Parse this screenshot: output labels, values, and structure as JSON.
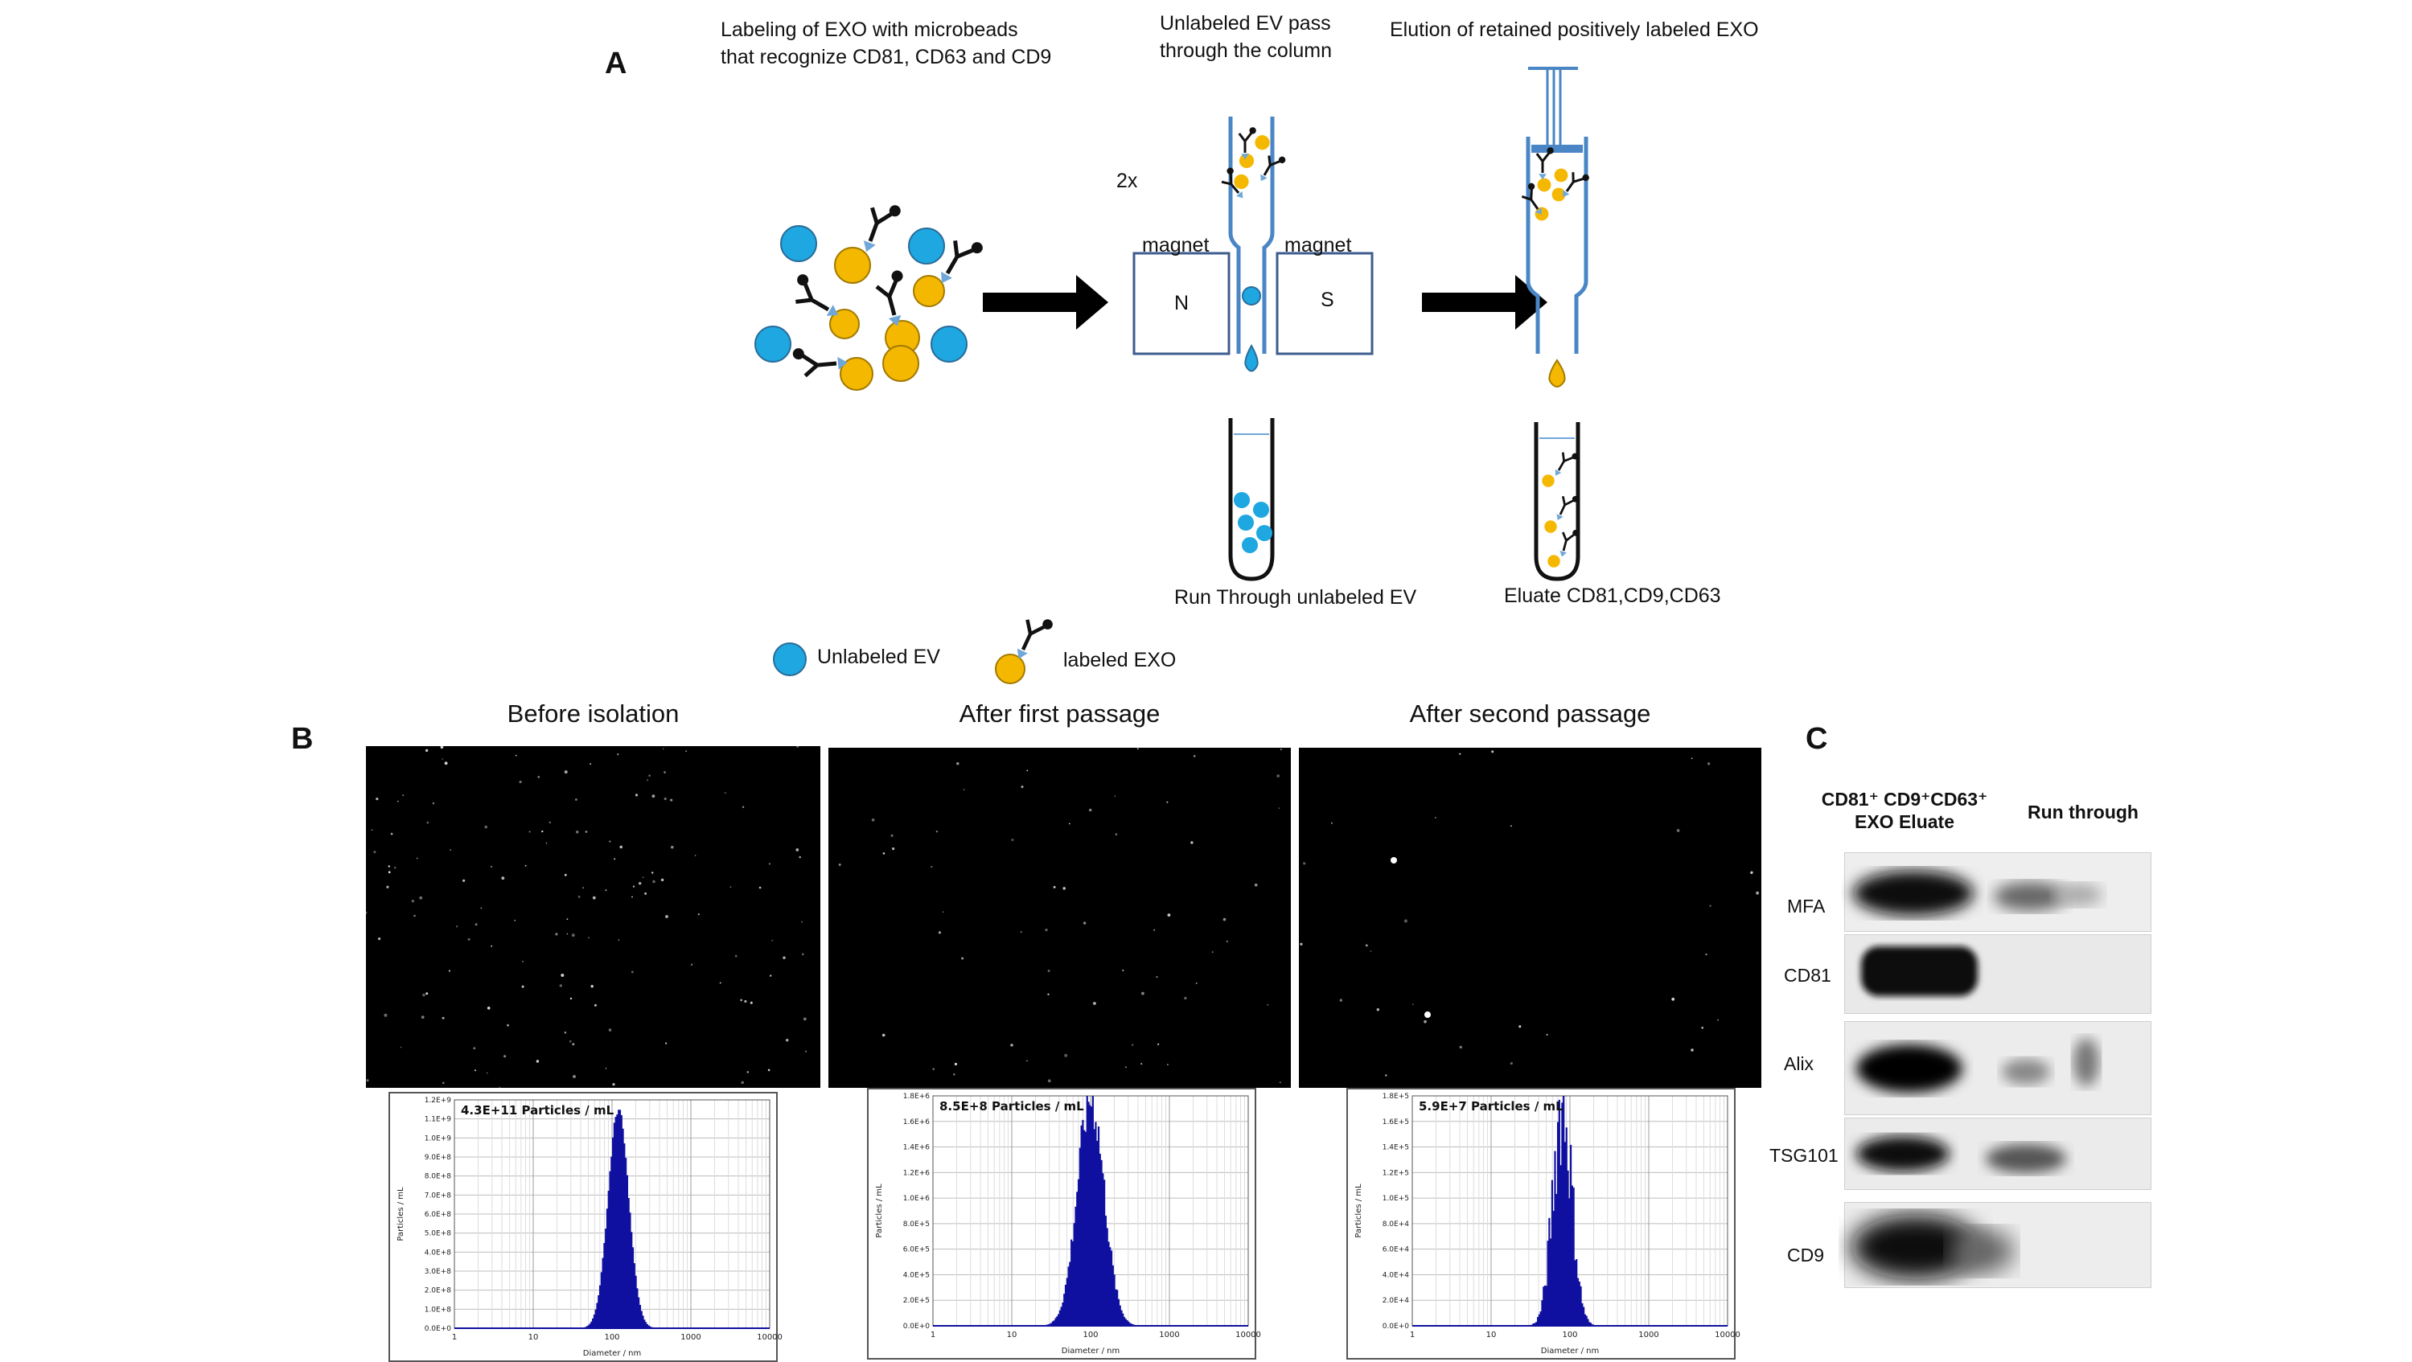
{
  "panel_a": {
    "letter": "A",
    "step1_text": [
      "Labeling of EXO with microbeads",
      "that recognize CD81, CD63 and CD9"
    ],
    "step2_text": [
      "Unlabeled EV pass",
      "through  the column"
    ],
    "step3_text": "Elution of retained positively labeled EXO",
    "repeat_label": "2x",
    "magnet_label": "magnet",
    "pole_n": "N",
    "pole_s": "S",
    "tube1_label": "Run Through unlabeled EV",
    "tube2_label": "Eluate CD81,CD9,CD63",
    "legend_unlabeled": "Unlabeled EV",
    "legend_labeled": "labeled EXO",
    "colors": {
      "ev_blue": "#1ea7e1",
      "exo_gold": "#f5b800",
      "column_blue": "#4a86c5",
      "arrow": "#000000"
    }
  },
  "panel_b": {
    "letter": "B",
    "titles": [
      "Before isolation",
      "After first passage",
      "After second passage"
    ],
    "chart_data": [
      {
        "type": "bar",
        "annotation": "4.3E+11 Particles / mL",
        "xlabel": "Diameter / nm",
        "ylabel": "Particles / mL",
        "x_scale": "log",
        "xlim": [
          1,
          10000
        ],
        "x_ticks": [
          "1",
          "10",
          "100",
          "1000",
          "10000"
        ],
        "ylim": [
          0,
          1200000000.0
        ],
        "y_ticks": [
          "0.0E+0",
          "1.0E+8",
          "2.0E+8",
          "3.0E+8",
          "4.0E+8",
          "5.0E+8",
          "6.0E+8",
          "7.0E+8",
          "8.0E+8",
          "9.0E+8",
          "1.0E+9",
          "1.1E+9",
          "1.2E+9"
        ],
        "peak_nm": 120,
        "peak_value": 1150000000.0,
        "spread": 0.13,
        "noise": 0.04,
        "color": "#1010a0"
      },
      {
        "type": "bar",
        "annotation": "8.5E+8 Particles / mL",
        "xlabel": "Diameter / nm",
        "ylabel": "Particles / mL",
        "x_scale": "log",
        "xlim": [
          1,
          10000
        ],
        "x_ticks": [
          "1",
          "10",
          "100",
          "1000",
          "10000"
        ],
        "ylim": [
          0,
          1800000.0
        ],
        "y_ticks": [
          "0.0E+0",
          "2.0E+5",
          "4.0E+5",
          "6.0E+5",
          "8.0E+5",
          "1.0E+6",
          "1.2E+6",
          "1.4E+6",
          "1.6E+6",
          "1.8E+6"
        ],
        "peak_nm": 100,
        "peak_value": 1780000.0,
        "spread": 0.17,
        "noise": 0.25,
        "color": "#1010a0"
      },
      {
        "type": "bar",
        "annotation": "5.9E+7 Particles / mL",
        "xlabel": "Diameter / nm",
        "ylabel": "Particles / mL",
        "x_scale": "log",
        "xlim": [
          1,
          10000
        ],
        "x_ticks": [
          "1",
          "10",
          "100",
          "1000",
          "10000"
        ],
        "ylim": [
          0,
          180000.0
        ],
        "y_ticks": [
          "0.0E+0",
          "2.0E+4",
          "4.0E+4",
          "6.0E+4",
          "8.0E+4",
          "1.0E+5",
          "1.2E+5",
          "1.4E+5",
          "1.6E+5",
          "1.8E+5"
        ],
        "peak_nm": 80,
        "peak_value": 175000.0,
        "spread": 0.12,
        "noise": 0.6,
        "color": "#1010a0"
      }
    ]
  },
  "panel_c": {
    "letter": "C",
    "col1_line1": "CD81⁺ CD9⁺CD63⁺",
    "col1_line2": "EXO Eluate",
    "col2": "Run through",
    "rows": [
      "MFA",
      "CD81",
      "Alix",
      "TSG101",
      "CD9"
    ]
  }
}
